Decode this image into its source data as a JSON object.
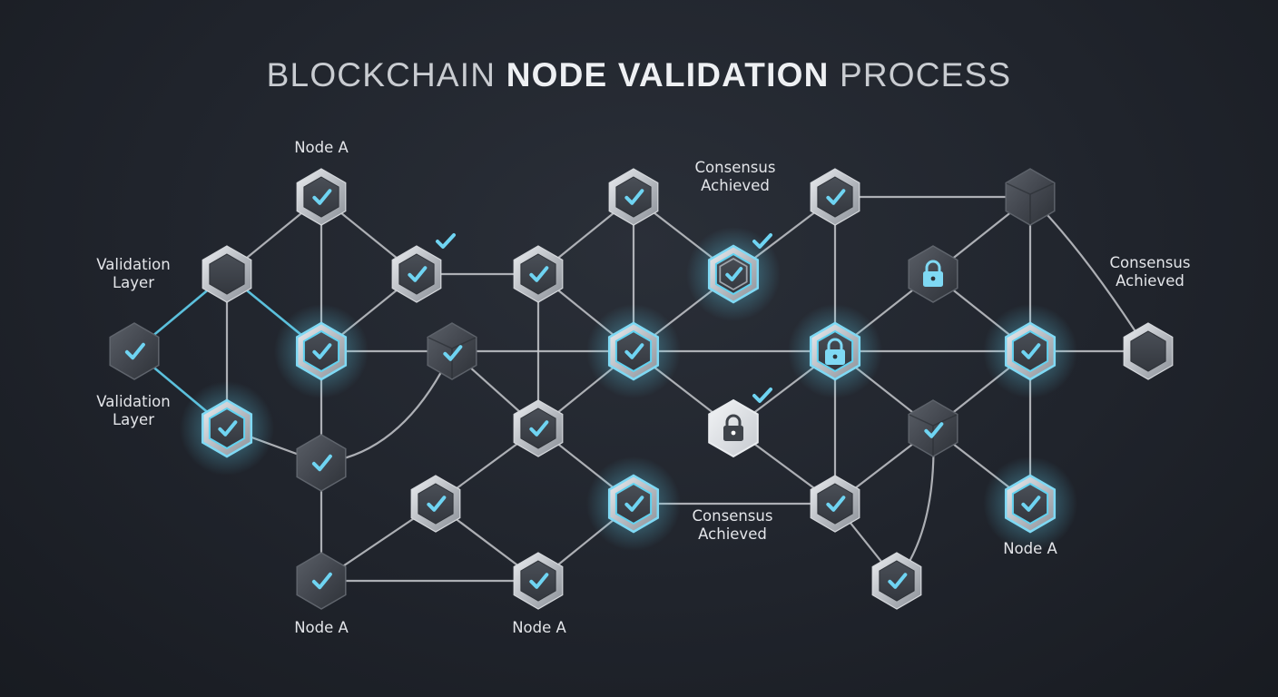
{
  "title": {
    "part1": "BLOCKCHAIN ",
    "part2": "NODE VALIDATION",
    "part3": " PROCESS"
  },
  "labels": [
    {
      "id": "label-node-a-top",
      "lines": [
        "Node A"
      ]
    },
    {
      "id": "label-validation-layer-1",
      "lines": [
        "Validation",
        "Layer"
      ]
    },
    {
      "id": "label-validation-layer-2",
      "lines": [
        "Validation",
        "Layer"
      ]
    },
    {
      "id": "label-consensus-top",
      "lines": [
        "Consensus",
        "Achieved"
      ]
    },
    {
      "id": "label-consensus-right",
      "lines": [
        "Consensus",
        "Achieved"
      ]
    },
    {
      "id": "label-consensus-bottom",
      "lines": [
        "Consensus",
        "Achieved"
      ]
    },
    {
      "id": "label-node-a-bottom-left",
      "lines": [
        "Node A"
      ]
    },
    {
      "id": "label-node-a-bottom-mid",
      "lines": [
        "Node A"
      ]
    },
    {
      "id": "label-node-a-right",
      "lines": [
        "Node A"
      ]
    }
  ],
  "colors": {
    "background": "#1c2028",
    "accent_glow": "#62d2f0",
    "check": "#6fd4f2",
    "hex_frame": "#c9ccd2",
    "hex_core": "#3b4048"
  },
  "nodes": [
    {
      "id": "n1",
      "kind": "check"
    },
    {
      "id": "n2",
      "kind": "plain"
    },
    {
      "id": "n3",
      "kind": "check",
      "extra_check": true
    },
    {
      "id": "n4",
      "kind": "check-dark"
    },
    {
      "id": "n5",
      "kind": "check",
      "glow": true
    },
    {
      "id": "n6",
      "kind": "check",
      "glow": true
    },
    {
      "id": "n7",
      "kind": "check-dark"
    },
    {
      "id": "n8",
      "kind": "check"
    },
    {
      "id": "n9",
      "kind": "cube"
    },
    {
      "id": "n10",
      "kind": "check"
    },
    {
      "id": "n11",
      "kind": "check"
    },
    {
      "id": "n12",
      "kind": "check"
    },
    {
      "id": "n13",
      "kind": "check"
    },
    {
      "id": "n14",
      "kind": "check"
    },
    {
      "id": "n15",
      "kind": "check",
      "glow": true
    },
    {
      "id": "n16",
      "kind": "check"
    },
    {
      "id": "n17",
      "kind": "check-ring",
      "glow": true,
      "extra_check": true
    },
    {
      "id": "n18",
      "kind": "lock-light",
      "glow": true,
      "extra_check": true
    },
    {
      "id": "n19",
      "kind": "check"
    },
    {
      "id": "n20",
      "kind": "lock",
      "glow": true
    },
    {
      "id": "n21",
      "kind": "lock-dark"
    },
    {
      "id": "n22",
      "kind": "check"
    },
    {
      "id": "n23",
      "kind": "cube"
    },
    {
      "id": "n24",
      "kind": "check",
      "glow": true
    },
    {
      "id": "n25",
      "kind": "check"
    },
    {
      "id": "n26",
      "kind": "check"
    },
    {
      "id": "n27",
      "kind": "cube-plain"
    },
    {
      "id": "n28",
      "kind": "check",
      "glow": true
    },
    {
      "id": "n29",
      "kind": "plain"
    }
  ],
  "edges": [
    [
      "n1",
      "n2"
    ],
    [
      "n1",
      "n3"
    ],
    [
      "n1",
      "n5"
    ],
    [
      "n2",
      "n4"
    ],
    [
      "n2",
      "n5",
      "glow"
    ],
    [
      "n2",
      "n6",
      "glow"
    ],
    [
      "n4",
      "n6",
      "glow"
    ],
    [
      "n3",
      "n5"
    ],
    [
      "n3",
      "n8"
    ],
    [
      "n5",
      "n9"
    ],
    [
      "n5",
      "n7"
    ],
    [
      "n6",
      "n7"
    ],
    [
      "n7",
      "n9"
    ],
    [
      "n7",
      "n10"
    ],
    [
      "n9",
      "n12"
    ],
    [
      "n9",
      "n13"
    ],
    [
      "n8",
      "n11"
    ],
    [
      "n8",
      "n12"
    ],
    [
      "n11",
      "n12"
    ],
    [
      "n11",
      "n17"
    ],
    [
      "n12",
      "n13"
    ],
    [
      "n12",
      "n17"
    ],
    [
      "n12",
      "n20"
    ],
    [
      "n13",
      "n14"
    ],
    [
      "n13",
      "n15"
    ],
    [
      "n14",
      "n15"
    ],
    [
      "n14",
      "n16"
    ],
    [
      "n15",
      "n16"
    ],
    [
      "n15",
      "n19"
    ],
    [
      "n17",
      "n19"
    ],
    [
      "n18",
      "n20"
    ],
    [
      "n18",
      "n25"
    ],
    [
      "n19",
      "n20"
    ],
    [
      "n19",
      "n26"
    ],
    [
      "n19",
      "n22"
    ],
    [
      "n20",
      "n21"
    ],
    [
      "n20",
      "n22"
    ],
    [
      "n21",
      "n23"
    ],
    [
      "n21",
      "n24"
    ],
    [
      "n22",
      "n23"
    ],
    [
      "n22",
      "n27"
    ],
    [
      "n23",
      "n24"
    ],
    [
      "n23",
      "n28"
    ],
    [
      "n24",
      "n25"
    ],
    [
      "n24",
      "n29"
    ],
    [
      "n25",
      "n26"
    ],
    [
      "n26",
      "n27"
    ],
    [
      "n27",
      "n28"
    ],
    [
      "n27",
      "n29"
    ],
    [
      "n25",
      "n29"
    ]
  ]
}
